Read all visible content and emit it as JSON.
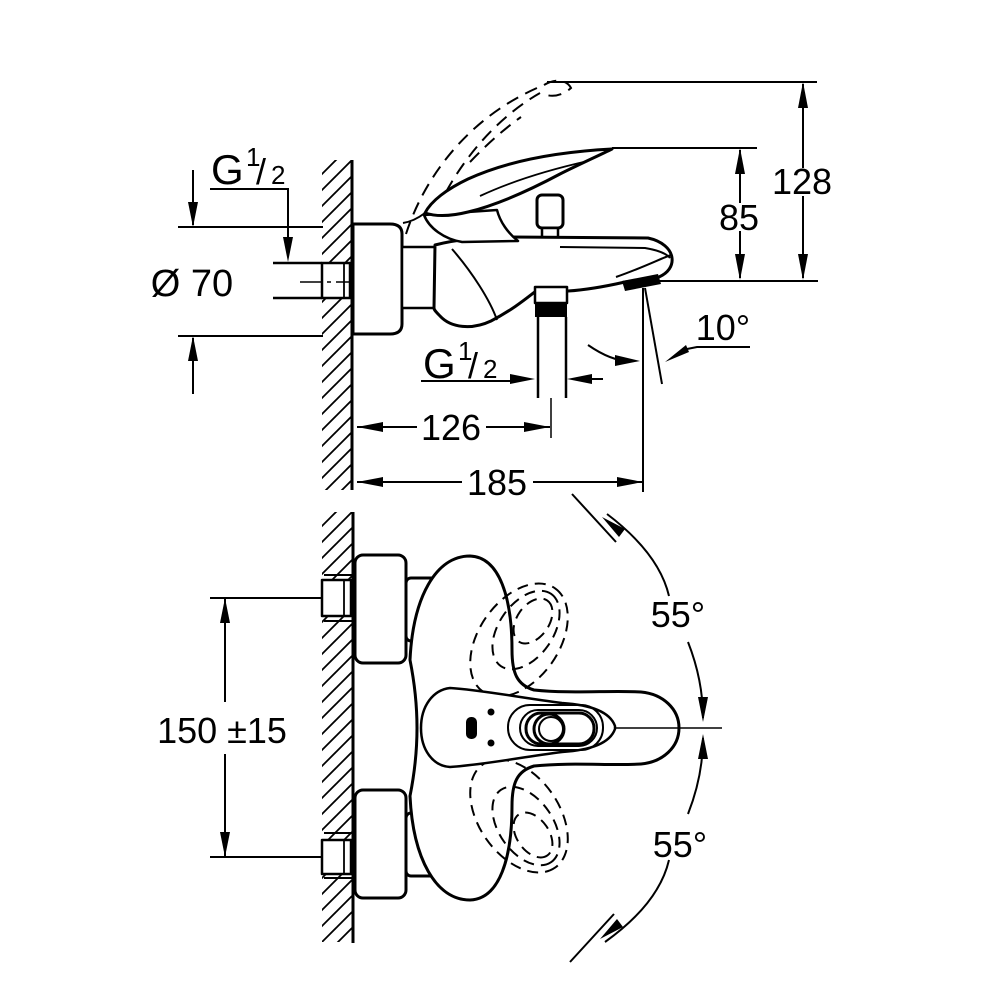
{
  "page": {
    "background": "#ffffff",
    "line_color": "#000000"
  },
  "side_view": {
    "dims": {
      "thread_top": {
        "prefix": "G",
        "numerator": "1",
        "slash": "/",
        "denominator": "2"
      },
      "flange_diameter": "Ø 70",
      "total_height": "128",
      "spout_height": "85",
      "spout_angle": "10°",
      "thread_bottom": {
        "prefix": "G",
        "numerator": "1",
        "slash": "/",
        "denominator": "2"
      },
      "wall_to_hose_outlet": "126",
      "wall_to_spout_tip": "185"
    }
  },
  "front_view": {
    "dims": {
      "connection_spacing": "150 ±15",
      "lever_swing_up": "55°",
      "lever_swing_down": "55°"
    }
  }
}
